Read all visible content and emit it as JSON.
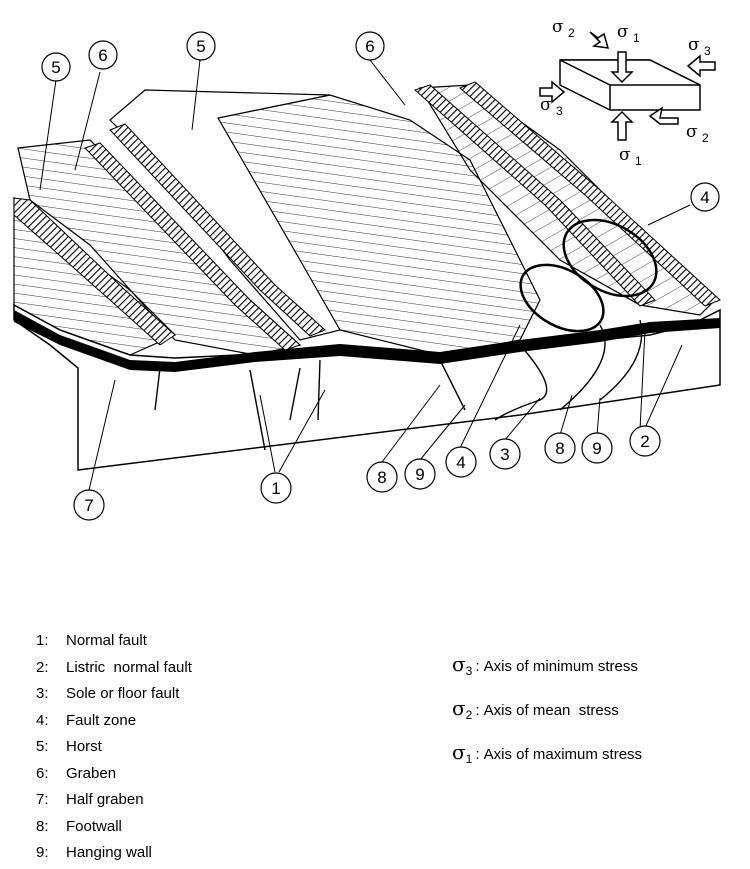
{
  "callouts": {
    "c5a": "5",
    "c6a": "6",
    "c5b": "5",
    "c6b": "6",
    "c4a": "4",
    "c7": "7",
    "c1": "1",
    "c8": "8",
    "c9": "9",
    "c4b": "4",
    "c3": "3",
    "c8b": "8",
    "c9b": "9",
    "c2": "2"
  },
  "stress_inset": {
    "sigma": "σ",
    "sub1": "1",
    "sub2": "2",
    "sub3": "3"
  },
  "legend": {
    "items": [
      {
        "num": "1:",
        "label": "Normal fault"
      },
      {
        "num": "2:",
        "label": "Listric  normal fault"
      },
      {
        "num": "3:",
        "label": "Sole or floor fault"
      },
      {
        "num": "4:",
        "label": "Fault zone"
      },
      {
        "num": "5:",
        "label": "Horst"
      },
      {
        "num": "6:",
        "label": "Graben"
      },
      {
        "num": "7:",
        "label": "Half graben"
      },
      {
        "num": "8:",
        "label": "Footwall"
      },
      {
        "num": "9:",
        "label": "Hanging wall"
      }
    ]
  },
  "stress_legend": {
    "items": [
      {
        "symbol": "σ",
        "sub": "3",
        "label": ": Axis of minimum stress"
      },
      {
        "symbol": "σ",
        "sub": "2",
        "label": ": Axis of mean  stress"
      },
      {
        "symbol": "σ",
        "sub": "1",
        "label": ": Axis of maximum stress"
      }
    ]
  }
}
